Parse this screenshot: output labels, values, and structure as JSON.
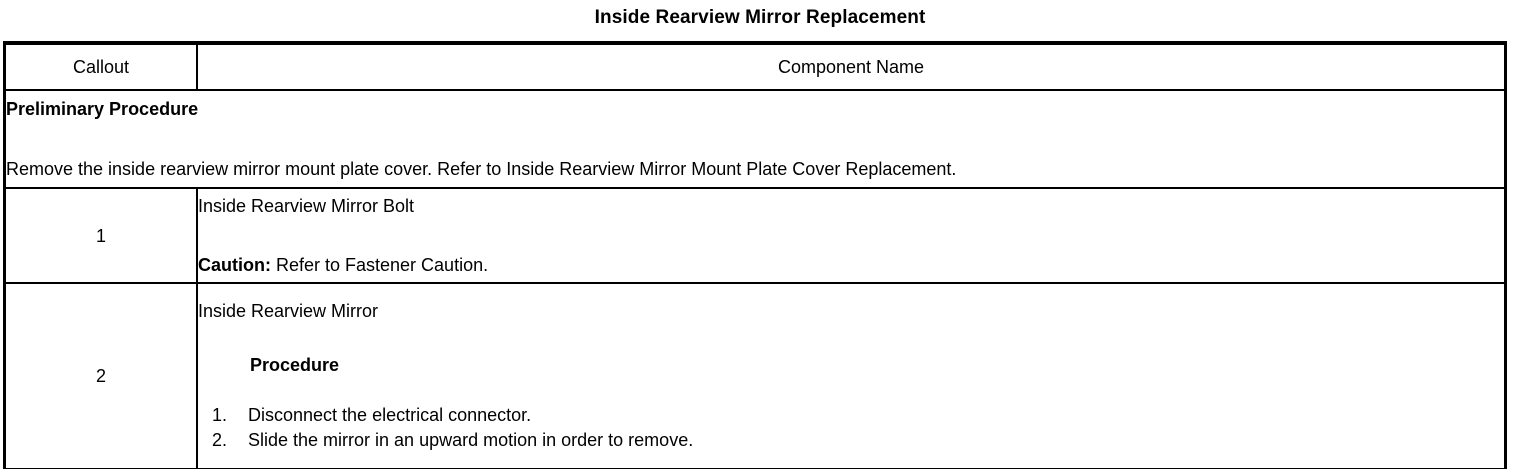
{
  "document": {
    "title": "Inside Rearview Mirror Replacement"
  },
  "table": {
    "headers": {
      "callout": "Callout",
      "component_name": "Component Name"
    },
    "preliminary": {
      "heading": "Preliminary Procedure",
      "text": "Remove the inside rearview mirror mount plate cover. Refer to Inside Rearview Mirror Mount Plate Cover Replacement."
    },
    "rows": [
      {
        "callout": "1",
        "component_name": "Inside Rearview Mirror Bolt",
        "caution_label": "Caution:",
        "caution_text": " Refer to Fastener Caution."
      },
      {
        "callout": "2",
        "component_name": "Inside Rearview Mirror",
        "procedure_heading": "Procedure",
        "steps": [
          {
            "num": "1.",
            "text": "Disconnect the electrical connector."
          },
          {
            "num": "2.",
            "text": "Slide the mirror in an upward motion in order to remove."
          }
        ]
      }
    ]
  }
}
